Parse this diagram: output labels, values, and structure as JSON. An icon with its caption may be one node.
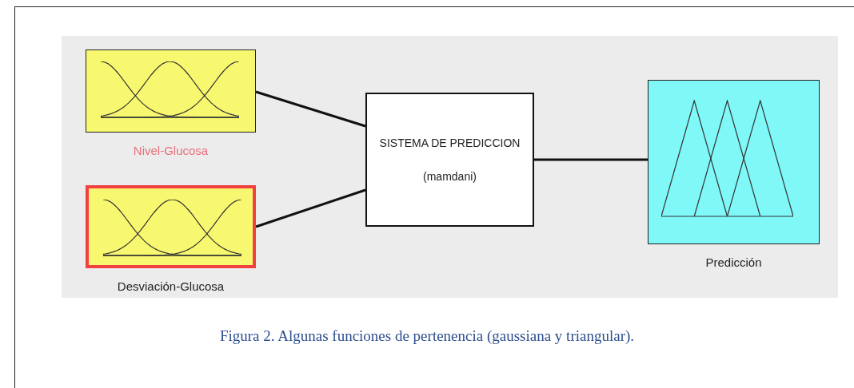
{
  "diagram": {
    "caption": "Figura 2.  Algunas funciones de pertenencia (gaussiana y triangular).",
    "nodes": [
      {
        "text": [
          "Nivel-Glucosa"
        ]
      },
      {
        "text": [
          "Desviación-Glucosa"
        ]
      },
      {
        "text": [
          "SISTEMA DE PREDICCION",
          "(mamdani)"
        ]
      },
      {
        "text": [
          "Predicción"
        ]
      }
    ],
    "edges": [
      {
        "from": 0,
        "to": 2,
        "arrow": "none"
      },
      {
        "from": 1,
        "to": 2,
        "arrow": "none"
      },
      {
        "from": 2,
        "to": 3,
        "arrow": "none"
      }
    ]
  }
}
